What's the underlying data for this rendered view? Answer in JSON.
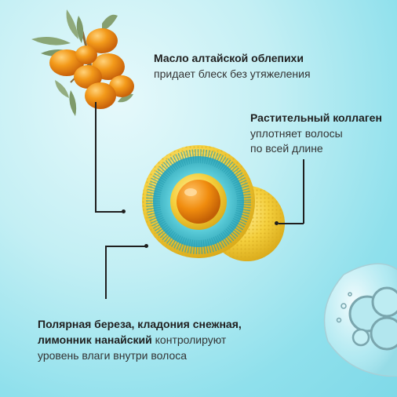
{
  "callouts": {
    "sea_buckthorn": {
      "title": "Масло алтайской облепихи",
      "line1": "придает блеск без утяжеления"
    },
    "collagen": {
      "title": "Растительный коллаген",
      "line1": "уплотняет волосы",
      "line2": "по всей длине"
    },
    "birch": {
      "title_line1": "Полярная береза, кладония снежная,",
      "title_line2": "лимонник нанайский",
      "text_inline": " контролируют",
      "line3": "уровень влаги внутри волоса"
    }
  },
  "icons": {
    "berries": "sea-buckthorn-berries-icon",
    "capsule": "lipid-capsule-icon",
    "bubbles": "serum-bubbles-icon"
  },
  "colors": {
    "background_light": "#e6f9fb",
    "background_dark": "#7fd9e8",
    "berry_orange": "#f08c0e",
    "capsule_yellow": "#f4cf3c",
    "capsule_teal": "#3bb6c6",
    "text": "#1f1f1f"
  }
}
